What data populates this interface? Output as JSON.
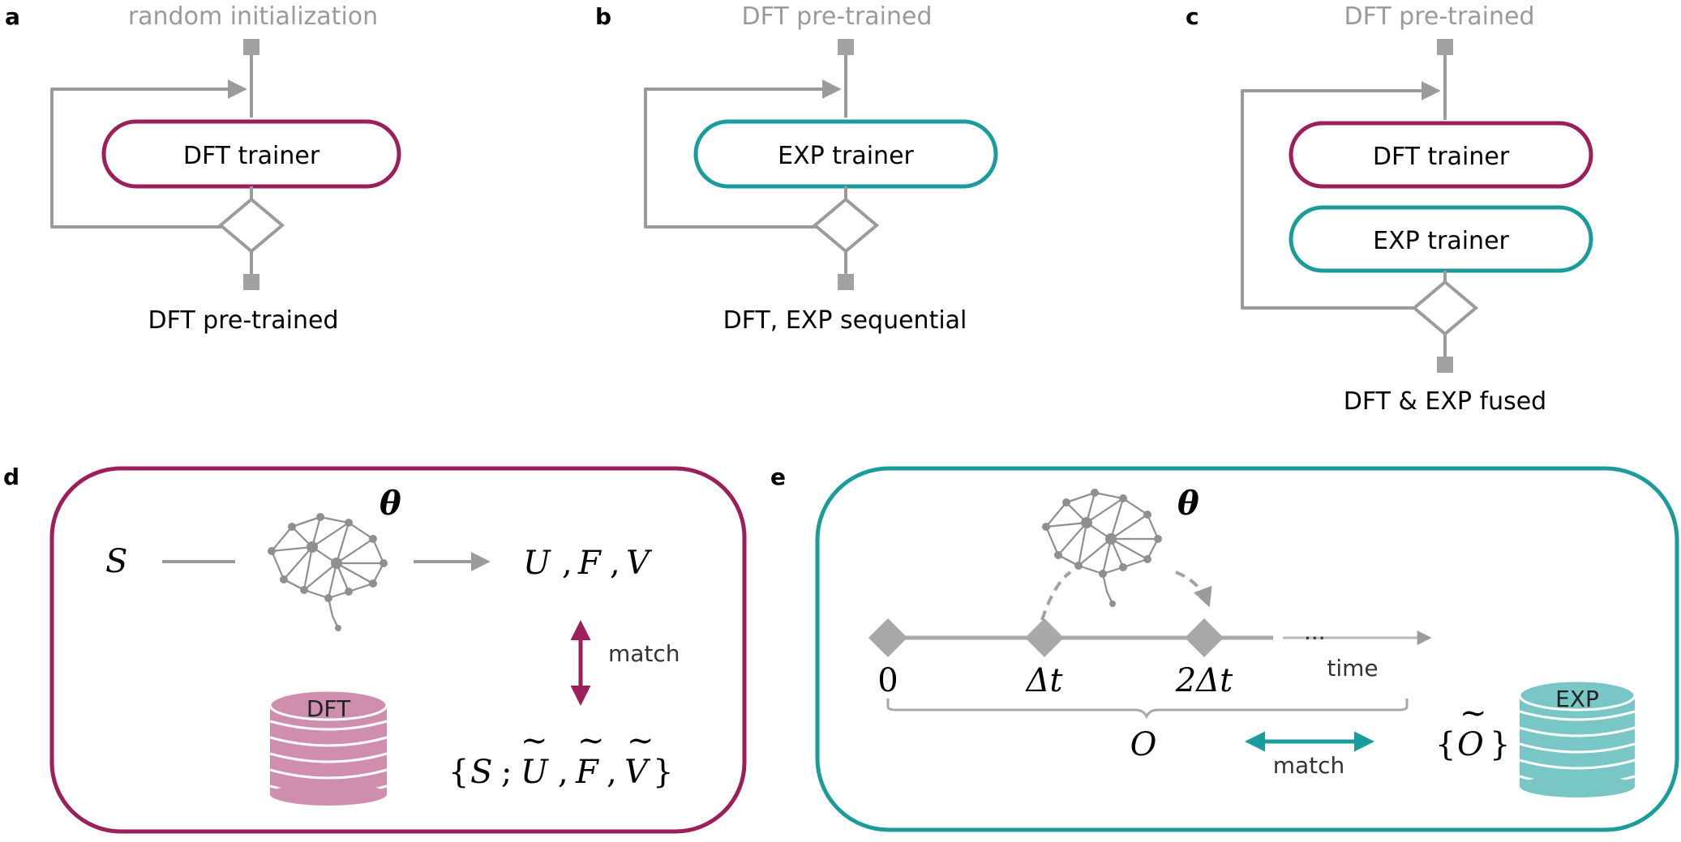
{
  "panels": {
    "a": {
      "letter": "a",
      "input": "random initialization",
      "trainer": "DFT trainer",
      "output": "DFT pre-trained"
    },
    "b": {
      "letter": "b",
      "input": "DFT pre-trained",
      "trainer": "EXP trainer",
      "output": "DFT, EXP sequential"
    },
    "c": {
      "letter": "c",
      "input": "DFT pre-trained",
      "trainer_top": "DFT trainer",
      "trainer_bottom": "EXP trainer",
      "output": "DFT & EXP fused"
    },
    "d": {
      "letter": "d",
      "theta": "θ",
      "input_symbol": "S",
      "out_u": "U",
      "out_f": "F",
      "out_v": "V",
      "comma": ",",
      "match": "match",
      "db": "DFT",
      "set_s": "S",
      "semicolon": ";",
      "set_u": "U",
      "set_f": "F",
      "set_v": "V",
      "brace_open": "{",
      "brace_close": "}"
    },
    "e": {
      "letter": "e",
      "theta": "θ",
      "tick0": "0",
      "tick1": "Δt",
      "tick2": "2Δt",
      "ellipsis": "···",
      "time": "time",
      "observable": "O",
      "match": "match",
      "target_open": "{",
      "target": "O",
      "target_close": "}",
      "db": "EXP"
    }
  },
  "colors": {
    "dft": "#9c1e5a",
    "exp": "#1a9c9c",
    "flow_gray": "#9b9b9b",
    "dft_db": "#cf8eae",
    "exp_db": "#78c6c6"
  }
}
